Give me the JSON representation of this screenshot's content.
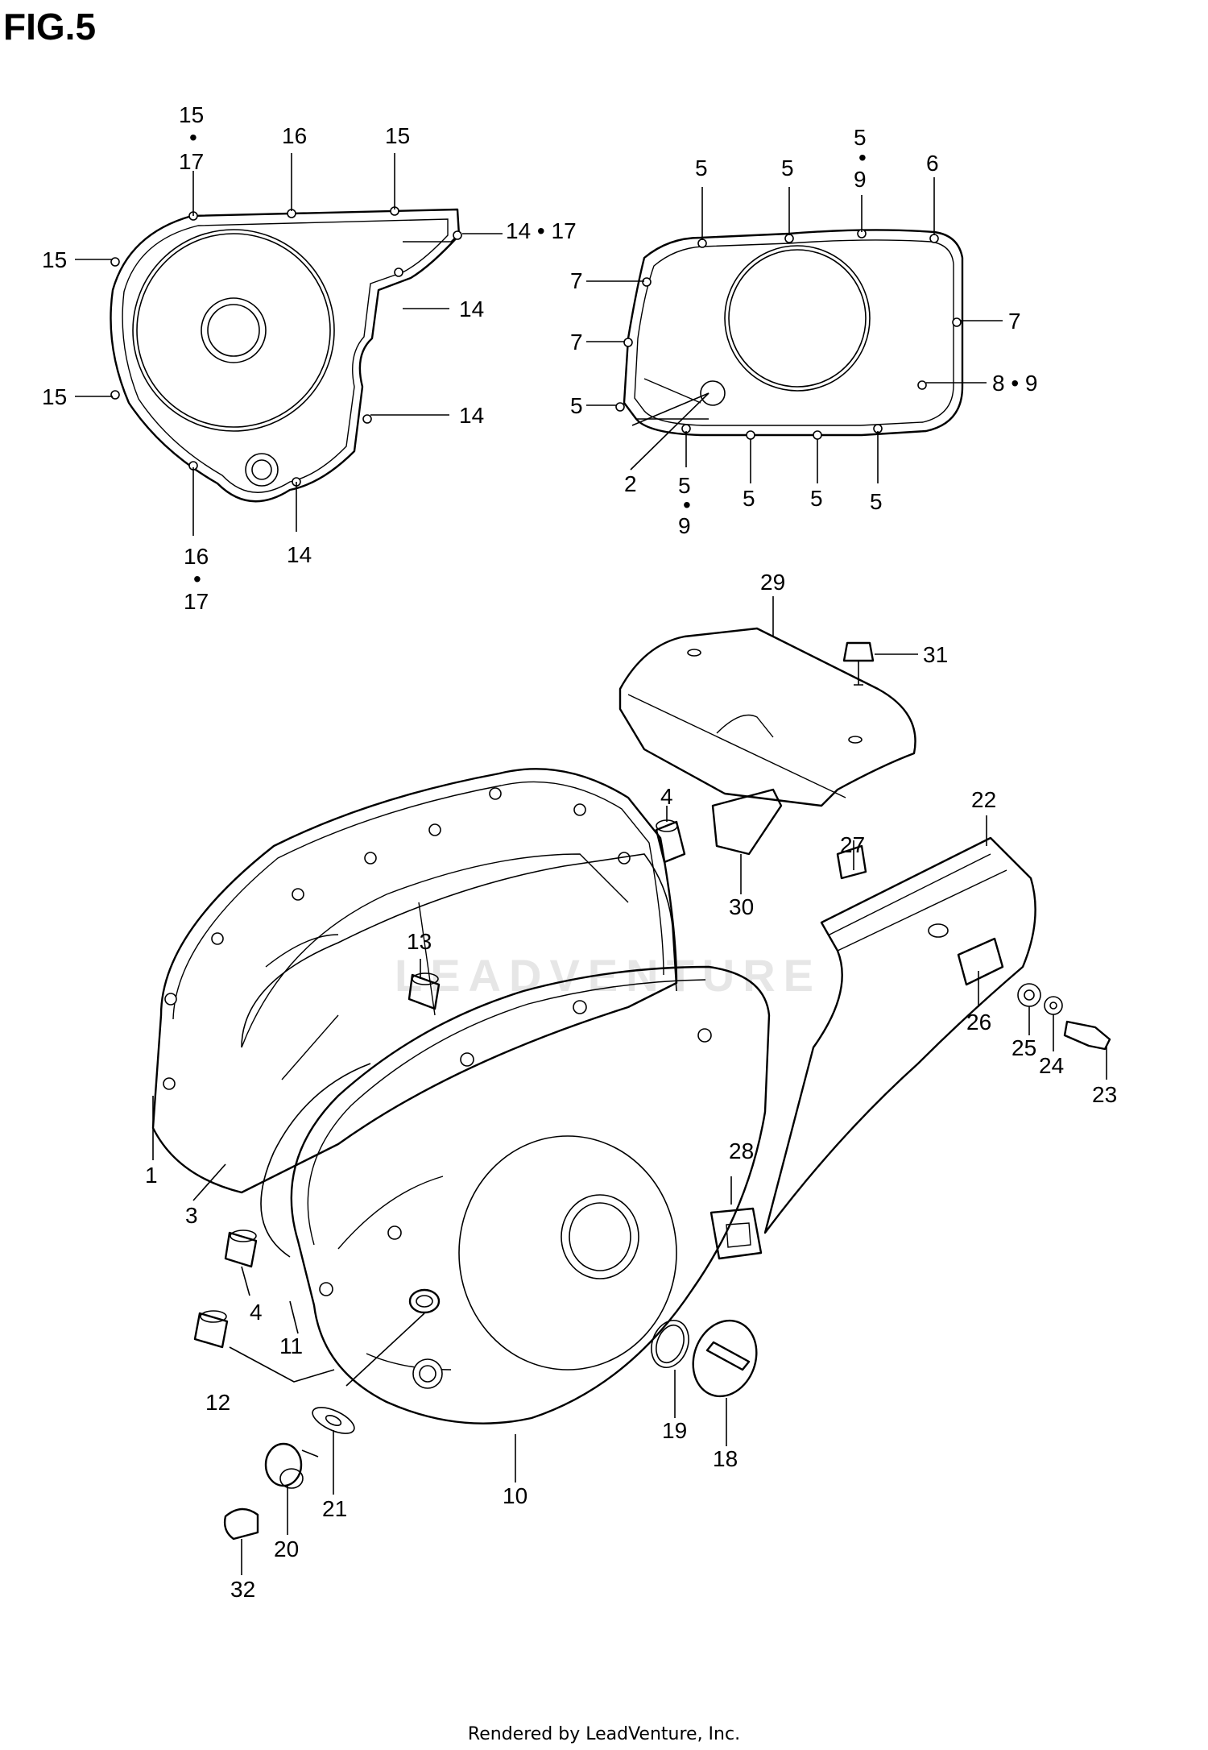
{
  "figure": {
    "title": "FIG.5",
    "watermark": "LEADVENTURE"
  },
  "footer": {
    "credit": "Rendered by LeadVenture, Inc."
  },
  "callouts": {
    "c15_17_top": [
      "15",
      "•",
      "17"
    ],
    "c16_top": "16",
    "c15_top": "15",
    "c14_17": "14 • 17",
    "c15_left1": "15",
    "c14_r1": "14",
    "c15_left2": "15",
    "c14_r2": "14",
    "c14_bot": "14",
    "c16_17_bot": [
      "16",
      "•",
      "17"
    ],
    "c5_a": "5",
    "c5_b": "5",
    "c5_9_top": [
      "5",
      "•",
      "9"
    ],
    "c6": "6",
    "c7_l1": "7",
    "c7_r": "7",
    "c7_l2": "7",
    "c8_9": "8 • 9",
    "c5_l": "5",
    "c2": "2",
    "c5_9_bot": [
      "5",
      "•",
      "9"
    ],
    "c5_c": "5",
    "c5_d": "5",
    "c5_e": "5",
    "c29": "29",
    "c31": "31",
    "c4_top": "4",
    "c22": "22",
    "c27": "27",
    "c30": "30",
    "c13": "13",
    "c26": "26",
    "c25": "25",
    "c24": "24",
    "c23": "23",
    "c1": "1",
    "c3": "3",
    "c28": "28",
    "c4_bot": "4",
    "c11": "11",
    "c12": "12",
    "c19": "19",
    "c18": "18",
    "c10": "10",
    "c21": "21",
    "c20": "20",
    "c32": "32"
  }
}
